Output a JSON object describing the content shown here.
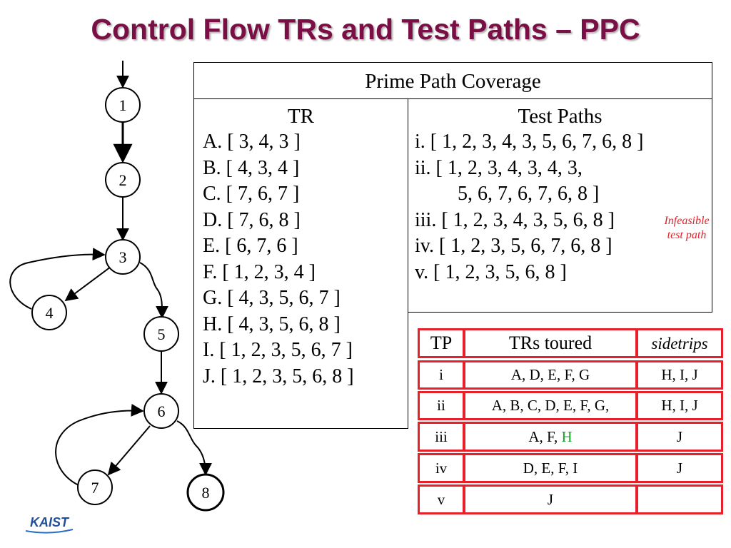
{
  "title": "Control Flow TRs and Test Paths – PPC",
  "graph": {
    "nodes": [
      "1",
      "2",
      "3",
      "4",
      "5",
      "6",
      "7",
      "8"
    ],
    "final_node": "8"
  },
  "ppc": {
    "header": "Prime Path Coverage",
    "tr_title": "TR",
    "tr_items": [
      "A. [ 3, 4, 3 ]",
      "B. [ 4, 3, 4 ]",
      "C. [ 7, 6, 7 ]",
      "D. [ 7, 6, 8 ]",
      "E. [ 6, 7, 6 ]",
      "F. [ 1, 2, 3, 4 ]",
      "G. [ 4, 3, 5, 6, 7 ]",
      "H. [ 4, 3, 5, 6, 8 ]",
      "I. [ 1, 2, 3, 5, 6, 7 ]",
      "J. [ 1, 2, 3, 5, 6, 8 ]"
    ],
    "tp_title": "Test Paths",
    "tp_lines": [
      "i.  [ 1, 2, 3, 4, 3, 5, 6, 7, 6, 8 ]",
      "ii. [ 1, 2, 3, 4, 3, 4, 3,",
      "5, 6, 7, 6, 7, 6, 8 ]",
      "iii. [ 1, 2, 3, 4, 3, 5, 6, 8 ]",
      "iv. [ 1, 2, 3, 5, 6, 7, 6, 8 ]",
      "v.  [ 1, 2, 3, 5, 6, 8 ]"
    ],
    "infeasible_line1": "Infeasible",
    "infeasible_line2": "test path"
  },
  "tours_table": {
    "headers": [
      "TP",
      "TRs toured",
      "sidetrips"
    ],
    "rows": [
      {
        "tp": "i",
        "trs": "A, D, E, F, G",
        "trs_extra": "",
        "side": "H, I, J"
      },
      {
        "tp": "ii",
        "trs": "A, B, C, D, E, F, G,",
        "trs_extra": "",
        "side": "H, I, J"
      },
      {
        "tp": "iii",
        "trs": "A, F, ",
        "trs_extra": "H",
        "side": "J"
      },
      {
        "tp": "iv",
        "trs": "D, E, F, I",
        "trs_extra": "",
        "side": "J"
      },
      {
        "tp": "v",
        "trs": "J",
        "trs_extra": "",
        "side": ""
      }
    ],
    "highlight_color": "#1aa32e",
    "border_color": "#e8202a"
  },
  "logo": {
    "text": "KAIST"
  }
}
